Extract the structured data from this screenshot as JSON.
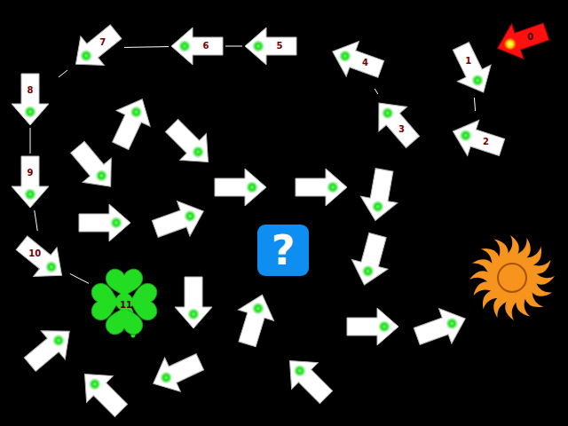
{
  "diagram": {
    "nodes": [
      {
        "text": [
          "0"
        ]
      },
      {
        "text": [
          "1"
        ]
      },
      {
        "text": [
          "2"
        ]
      },
      {
        "text": [
          "3"
        ]
      },
      {
        "text": [
          "4"
        ]
      },
      {
        "text": [
          "5"
        ]
      },
      {
        "text": [
          "6"
        ]
      },
      {
        "text": [
          "7"
        ]
      },
      {
        "text": [
          "8"
        ]
      },
      {
        "text": [
          "9"
        ]
      },
      {
        "text": [
          "10"
        ]
      },
      {
        "text": [
          "11"
        ]
      },
      {
        "text": [
          "?"
        ]
      }
    ],
    "edges": [
      {
        "from": 1,
        "to": 2,
        "arrow": "none"
      },
      {
        "from": 3,
        "to": 4,
        "arrow": "none"
      },
      {
        "from": 5,
        "to": 6,
        "arrow": "none"
      },
      {
        "from": 6,
        "to": 7,
        "arrow": "none"
      },
      {
        "from": 7,
        "to": 8,
        "arrow": "none"
      },
      {
        "from": 8,
        "to": 9,
        "arrow": "none"
      },
      {
        "from": 9,
        "to": 10,
        "arrow": "none"
      },
      {
        "from": 10,
        "to": 11,
        "arrow": "none"
      }
    ]
  }
}
